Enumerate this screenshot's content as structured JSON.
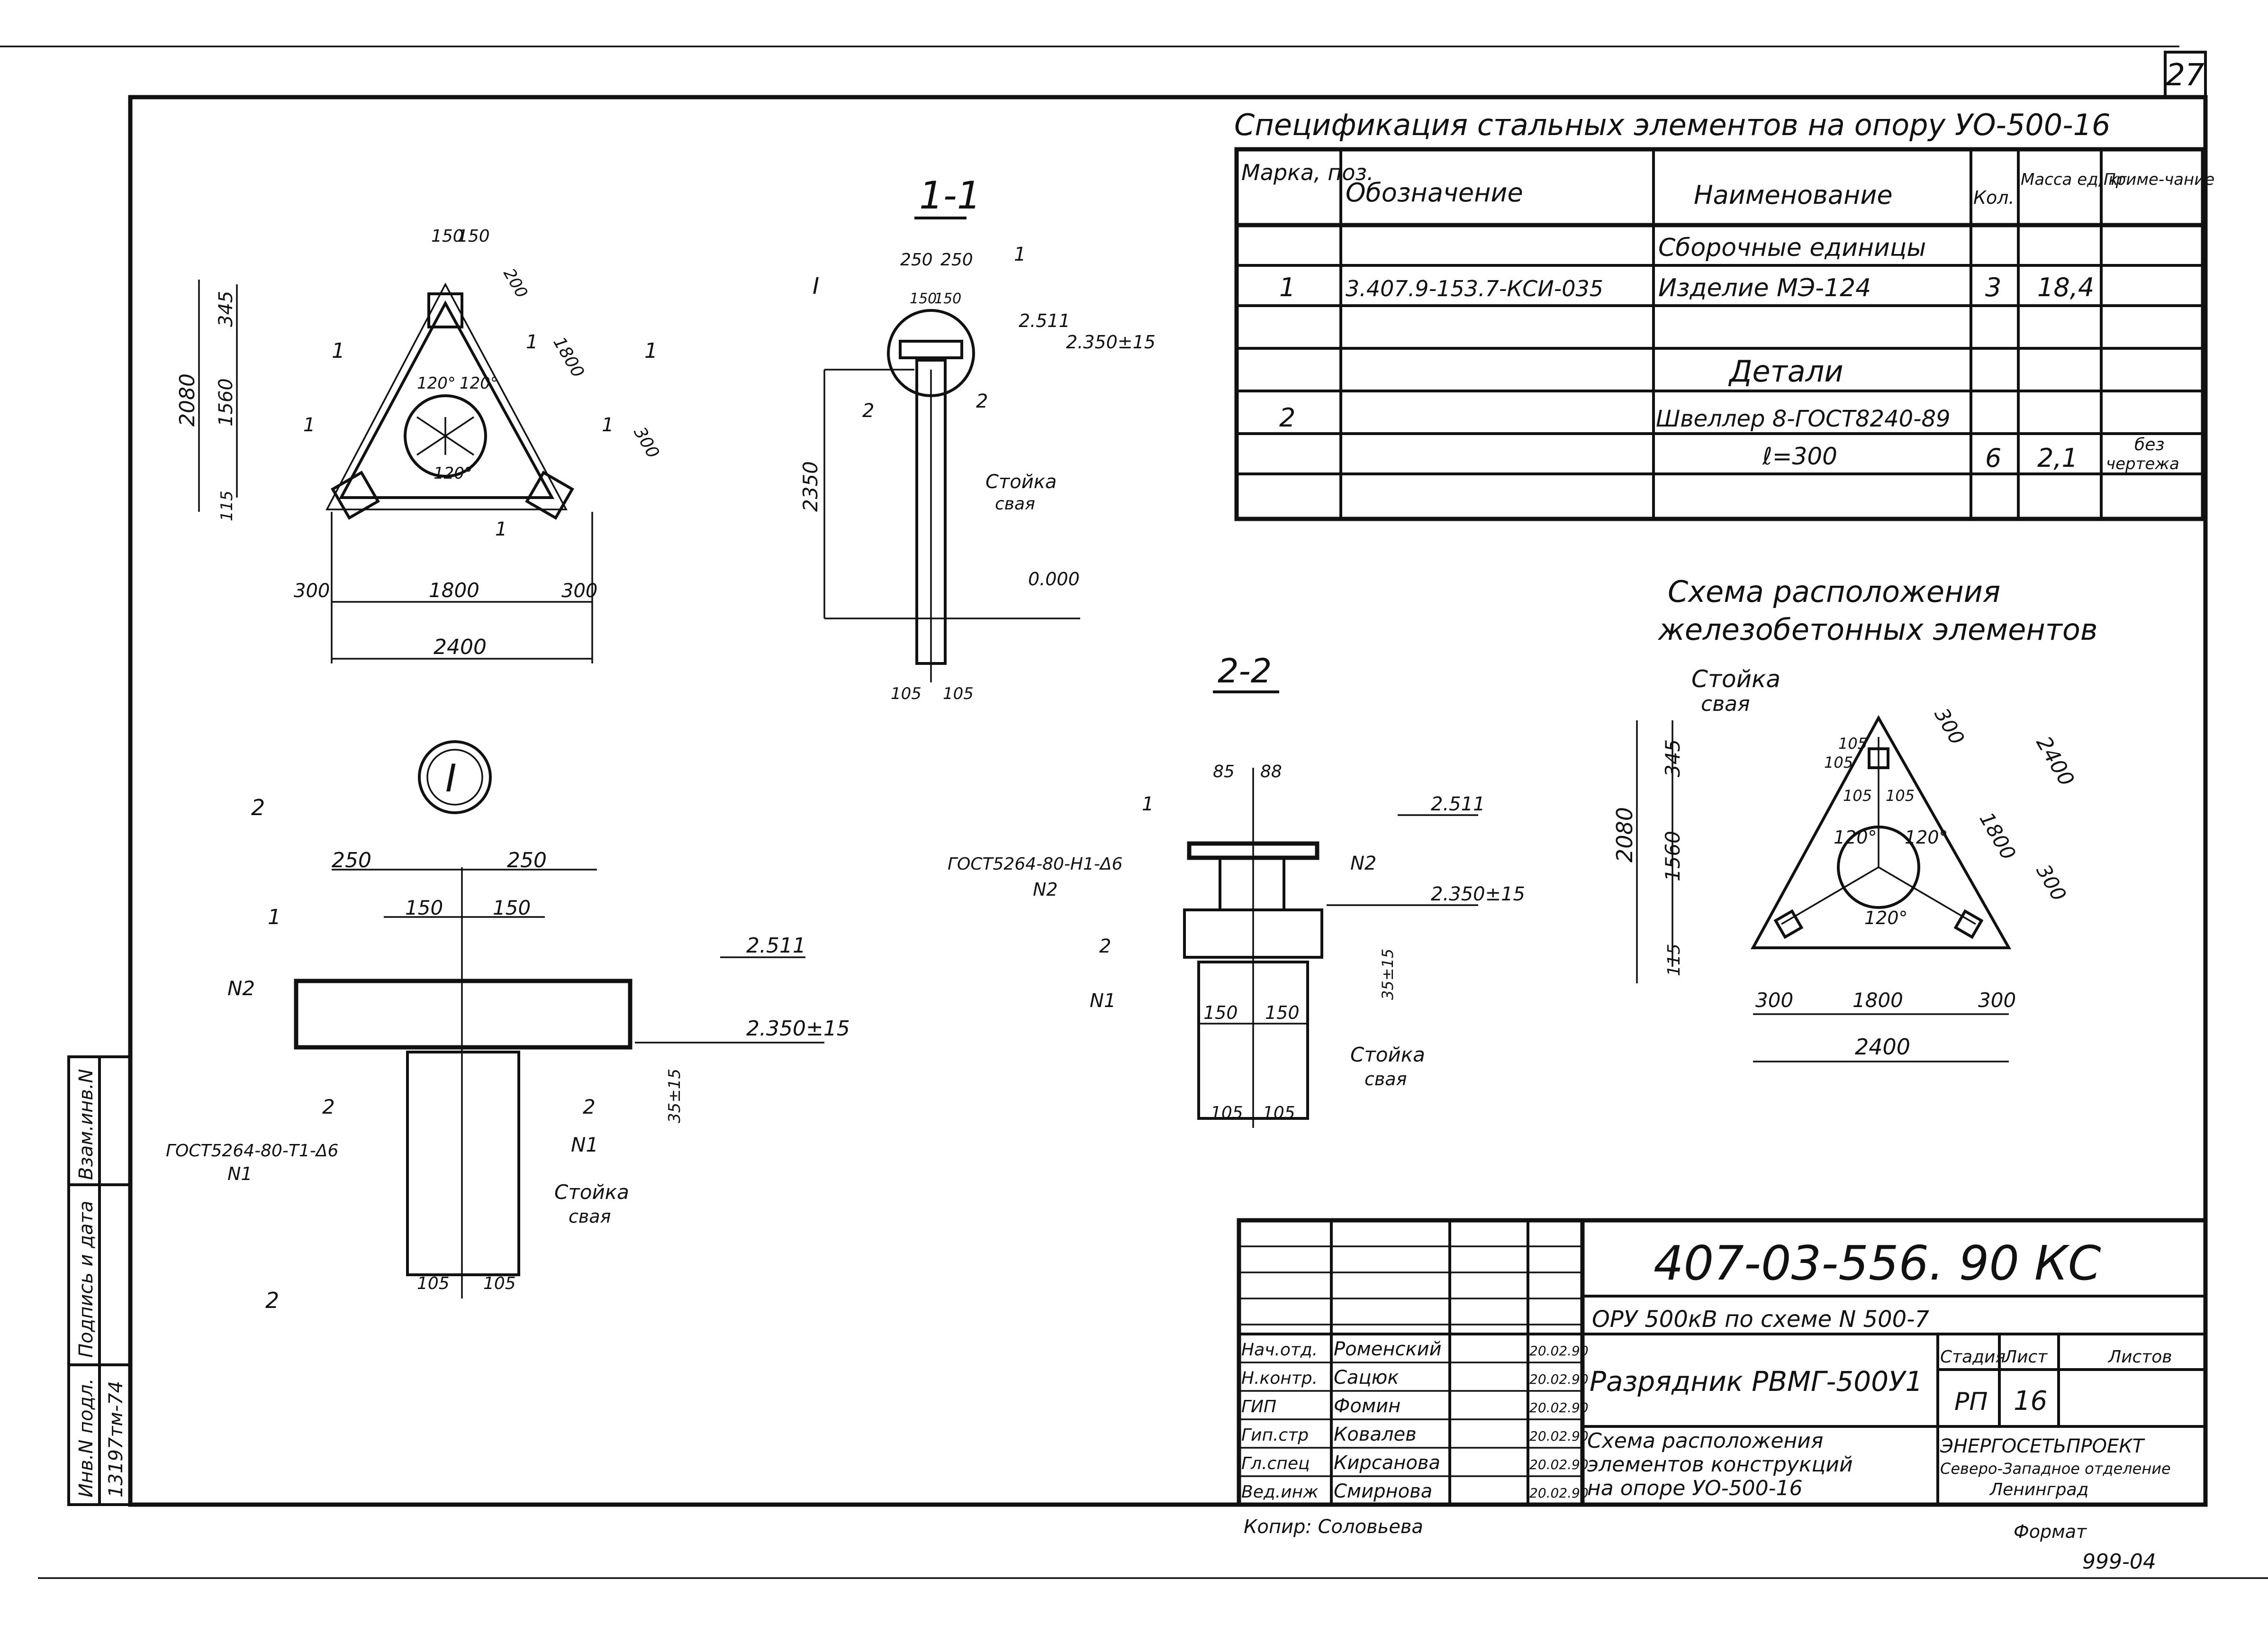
{
  "sheet": {
    "page_number": "27",
    "format_label": "Формат",
    "format_value": "999-04",
    "copier": "Копир: Соловьева"
  },
  "spec": {
    "title": "Спецификация стальных элементов на опору УО-500-16",
    "headers": [
      "Марка, поз.",
      "Обозначение",
      "Наименование",
      "Кол.",
      "Масса ед, кг",
      "Приме-чание"
    ],
    "section_assemblies": "Сборочные единицы",
    "row1": {
      "pos": "1",
      "designation": "3.407.9-153.7-КСИ-035",
      "name": "Изделие   МЭ-124",
      "qty": "3",
      "mass": "18,4"
    },
    "section_details": "Детали",
    "row2": {
      "pos": "2",
      "name": "Швеллер 8-ГОСТ8240-89",
      "length": "ℓ=300",
      "qty": "6",
      "mass": "2,1",
      "note_line1": "без",
      "note_line2": "чертежа"
    }
  },
  "plan": {
    "dims": [
      "150",
      "150",
      "345",
      "1560",
      "2080",
      "115",
      "300",
      "1800",
      "300",
      "2400",
      "200",
      "1800",
      "300"
    ],
    "angles": [
      "120°",
      "120°",
      "120°"
    ],
    "callouts": [
      "1",
      "1",
      "1",
      "1"
    ],
    "cut_marks": [
      "1",
      "1"
    ]
  },
  "section11": {
    "title": "1-1",
    "roman": "I",
    "dims_top": [
      "250",
      "250",
      "150",
      "150"
    ],
    "levels": [
      "2.511",
      "2.350±15",
      "0.000"
    ],
    "height": "2350",
    "labels": [
      "1",
      "2",
      "2"
    ],
    "pile_label_1": "Стойка",
    "pile_label_2": "свая",
    "bottom_dims": [
      "105",
      "105"
    ]
  },
  "detailI": {
    "roman": "I",
    "cut": "2",
    "dims_top": [
      "250",
      "250",
      "150",
      "150"
    ],
    "levels": [
      "2.511",
      "2.350±15"
    ],
    "side_dim": "35±15",
    "labels": [
      "1",
      "N2",
      "2",
      "2",
      "N1"
    ],
    "weld": "ГОСТ5264-80-Т1-Δ6",
    "weld_n": "N1",
    "pile_label_1": "Стойка",
    "pile_label_2": "свая",
    "bottom_dims": [
      "105",
      "105"
    ]
  },
  "section22": {
    "title": "2-2",
    "dims_top": [
      "85",
      "88"
    ],
    "levels": [
      "2.511",
      "2.350±15"
    ],
    "side_dim": "35±15",
    "weld": "ГОСТ5264-80-Н1-Δ6",
    "weld_n": "N2",
    "labels": [
      "1",
      "N2",
      "2",
      "N1"
    ],
    "mid_dims": [
      "150",
      "150"
    ],
    "pile_label_1": "Стойка",
    "pile_label_2": "свая",
    "bottom_dims": [
      "105",
      "105"
    ]
  },
  "scheme": {
    "title_1": "Схема расположения",
    "title_2": "железобетонных элементов",
    "pile_label_1": "Стойка",
    "pile_label_2": "свая",
    "dims": [
      "345",
      "1560",
      "2080",
      "115",
      "105",
      "105",
      "105",
      "105",
      "300",
      "1800",
      "300",
      "2400",
      "300",
      "1800",
      "2400",
      "300"
    ],
    "angles": [
      "120°",
      "120°",
      "120°"
    ]
  },
  "titleblock": {
    "code": "407-03-556. 90    КС",
    "object": "ОРУ 500кВ по схеме N 500-7",
    "title": "Разрядник РВМГ-500У1",
    "sheet_title_1": "Схема расположения",
    "sheet_title_2": "элементов конструкций",
    "sheet_title_3": "на опоре УО-500-16",
    "stage_label": "Стадия",
    "sheet_label": "Лист",
    "sheets_label": "Листов",
    "stage": "РП",
    "sheet": "16",
    "org_1": "ЭНЕРГОСЕТЬПРОЕКТ",
    "org_2": "Северо-Западное отделение",
    "org_3": "Ленинград",
    "people": [
      {
        "role": "Нач.отд.",
        "name": "Роменский",
        "date": "20.02.90"
      },
      {
        "role": "Н.контр.",
        "name": "Сацюк",
        "date": "20.02.90"
      },
      {
        "role": "ГИП",
        "name": "Фомин",
        "date": "20.02.90"
      },
      {
        "role": "Гип.стр",
        "name": "Ковалев",
        "date": "20.02.90"
      },
      {
        "role": "Гл.спец",
        "name": "Кирсанова",
        "date": "20.02.90"
      },
      {
        "role": "Вед.инж",
        "name": "Смирнова",
        "date": "20.02.90"
      }
    ]
  },
  "stamp": {
    "col1": "Инв.N подл.",
    "col2": "Подпись и дата",
    "col3": "Взам.инв.N",
    "inv_value": "13197тм-74"
  }
}
